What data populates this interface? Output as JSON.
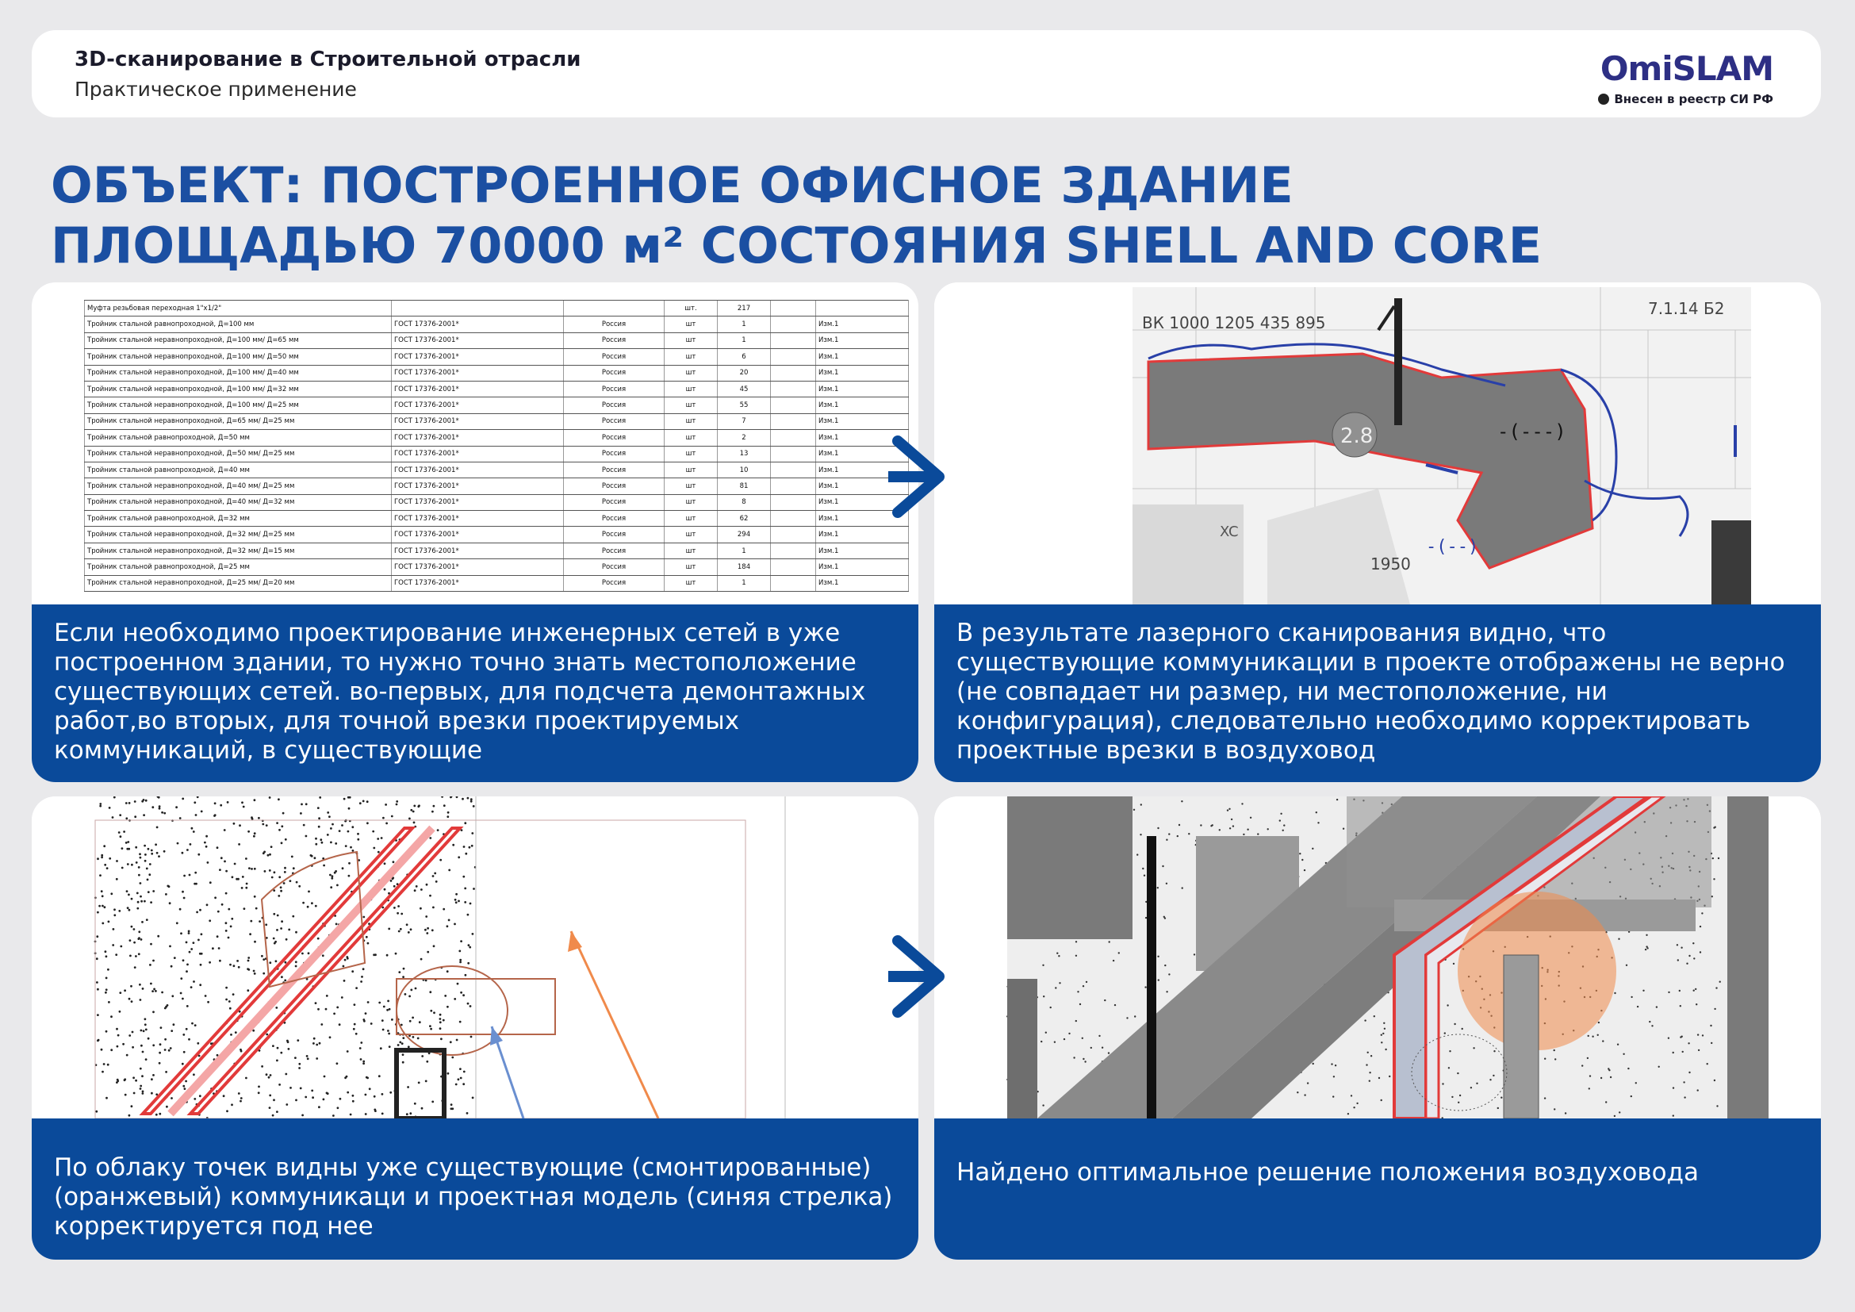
{
  "header": {
    "title": "3D-сканирование в Строительной отрасли",
    "subtitle": "Практическое применение",
    "logo_word": "OmiSLAM",
    "logo_tagline": "Внесен в реестр СИ РФ"
  },
  "headline": {
    "line1": "ОБЪЕКТ: ПОСТРОЕННОЕ ОФИСНОЕ ЗДАНИЕ",
    "line2": "ПЛОЩАДЬЮ 70000 м² СОСТОЯНИЯ  SHELL AND CORE"
  },
  "colors": {
    "accent_blue": "#0a4a9a",
    "title_blue": "#1b4fa2",
    "duct_red": "#e23a3a",
    "orange": "#f08a4b"
  },
  "cards": [
    {
      "caption": "Если необходимо проектирование инженерных сетей в уже построенном здании, то нужно точно знать местоположение существующих сетей. во-первых, для подсчета демонтажных работ,во вторых, для точной врезки проектируемых коммуникаций, в существующие"
    },
    {
      "caption": "В результате лазерного сканирования видно, что существующие коммуникации в проекте отображены не верно (не совпадает ни размер, ни местоположение, ни конфигурация), следовательно необходимо корректировать проектные врезки в воздуховод",
      "drawing_labels": {
        "dims": "ВК 1000   1205  435   895",
        "tag": "7.1.14  Б2",
        "circle": "2.8",
        "mark1": "-(---)",
        "mark2": "-(--)",
        "xc": "XC",
        "dim_bottom": "1950"
      }
    },
    {
      "caption": "По облаку точек видны уже существующие (смонтированные) (оранжевый) коммуникаци и проектная модель (синяя стрелка) корректируется под нее"
    },
    {
      "caption": "Найдено оптимальное решение положения воздуховода"
    }
  ],
  "spec_table": {
    "header_row": [
      "Муфта резьбовая переходная 1\"х1/2\"",
      "",
      "",
      "шт.",
      "217",
      ""
    ],
    "rows": [
      [
        "Тройник стальной равнопроходной, Д=100 мм",
        "ГОСТ 17376-2001*",
        "Россия",
        "шт",
        "1",
        "Изм.1"
      ],
      [
        "Тройник стальной неравнопроходной, Д=100 мм/ Д=65 мм",
        "ГОСТ 17376-2001*",
        "Россия",
        "шт",
        "1",
        "Изм.1"
      ],
      [
        "Тройник стальной неравнопроходной, Д=100 мм/ Д=50 мм",
        "ГОСТ 17376-2001*",
        "Россия",
        "шт",
        "6",
        "Изм.1"
      ],
      [
        "Тройник стальной неравнопроходной, Д=100 мм/ Д=40 мм",
        "ГОСТ 17376-2001*",
        "Россия",
        "шт",
        "20",
        "Изм.1"
      ],
      [
        "Тройник стальной неравнопроходной, Д=100 мм/ Д=32 мм",
        "ГОСТ 17376-2001*",
        "Россия",
        "шт",
        "45",
        "Изм.1"
      ],
      [
        "Тройник стальной неравнопроходной, Д=100 мм/ Д=25 мм",
        "ГОСТ 17376-2001*",
        "Россия",
        "шт",
        "55",
        "Изм.1"
      ],
      [
        "Тройник стальной неравнопроходной, Д=65 мм/ Д=25 мм",
        "ГОСТ 17376-2001*",
        "Россия",
        "шт",
        "7",
        "Изм.1"
      ],
      [
        "Тройник стальной равнопроходной, Д=50 мм",
        "ГОСТ 17376-2001*",
        "Россия",
        "шт",
        "2",
        "Изм.1"
      ],
      [
        "Тройник стальной неравнопроходной, Д=50 мм/ Д=25 мм",
        "ГОСТ 17376-2001*",
        "Россия",
        "шт",
        "13",
        "Изм.1"
      ],
      [
        "Тройник стальной равнопроходной, Д=40 мм",
        "ГОСТ 17376-2001*",
        "Россия",
        "шт",
        "10",
        "Изм.1"
      ],
      [
        "Тройник стальной неравнопроходной, Д=40 мм/ Д=25 мм",
        "ГОСТ 17376-2001*",
        "Россия",
        "шт",
        "81",
        "Изм.1"
      ],
      [
        "Тройник стальной неравнопроходной, Д=40 мм/ Д=32 мм",
        "ГОСТ 17376-2001*",
        "Россия",
        "шт",
        "8",
        "Изм.1"
      ],
      [
        "Тройник стальной равнопроходной, Д=32 мм",
        "ГОСТ 17376-2001*",
        "Россия",
        "шт",
        "62",
        "Изм.1"
      ],
      [
        "Тройник стальной неравнопроходной, Д=32 мм/ Д=25 мм",
        "ГОСТ 17376-2001*",
        "Россия",
        "шт",
        "294",
        "Изм.1"
      ],
      [
        "Тройник стальной неравнопроходной, Д=32 мм/ Д=15 мм",
        "ГОСТ 17376-2001*",
        "Россия",
        "шт",
        "1",
        "Изм.1"
      ],
      [
        "Тройник стальной равнопроходной, Д=25 мм",
        "ГОСТ 17376-2001*",
        "Россия",
        "шт",
        "184",
        "Изм.1"
      ],
      [
        "Тройник стальной неравнопроходной, Д=25 мм/ Д=20 мм",
        "ГОСТ 17376-2001*",
        "Россия",
        "шт",
        "1",
        "Изм.1"
      ]
    ]
  },
  "icons": {
    "arrow_top": "arrow-right-icon",
    "arrow_bottom": "arrow-right-icon",
    "logo_gear": "gear-icon"
  }
}
